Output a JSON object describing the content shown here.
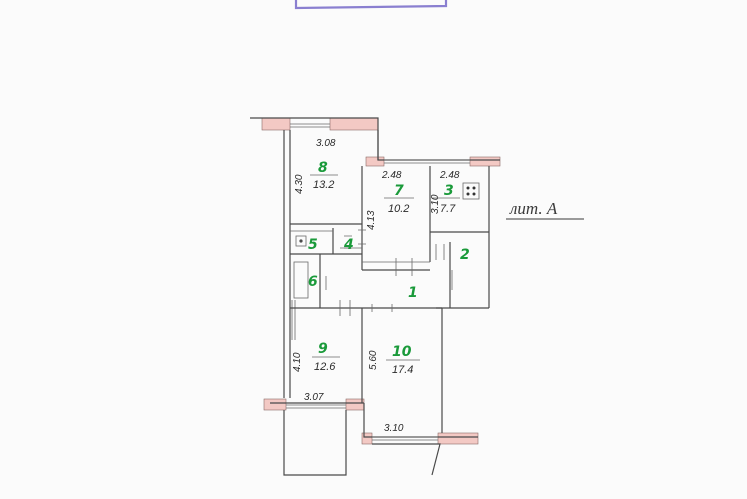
{
  "diagram": {
    "litera_label": "лит. А",
    "rooms": [
      {
        "id": "room-8",
        "number": "8",
        "area": "13.2"
      },
      {
        "id": "room-7",
        "number": "7",
        "area": "10.2"
      },
      {
        "id": "room-3",
        "number": "3",
        "area": "7.7"
      },
      {
        "id": "room-5",
        "number": "5"
      },
      {
        "id": "room-4",
        "number": "4"
      },
      {
        "id": "room-2",
        "number": "2"
      },
      {
        "id": "room-6",
        "number": "6"
      },
      {
        "id": "room-1",
        "number": "1"
      },
      {
        "id": "room-9",
        "number": "9",
        "area": "12.6"
      },
      {
        "id": "room-10",
        "number": "10",
        "area": "17.4"
      }
    ],
    "dimensions": {
      "d8_width": "3.08",
      "d8_height": "4.30",
      "d7_width": "2.48",
      "d7_height": "4.13",
      "d3_width": "2.48",
      "d3_height": "3.10",
      "d9_height": "4.10",
      "d9_width": "3.07",
      "d10_height": "5.60",
      "d10_width": "3.10"
    }
  },
  "colors": {
    "room_number": "#1a9a3a",
    "hatch": "#f3c9c4",
    "stamp": "#8a7fd0"
  }
}
